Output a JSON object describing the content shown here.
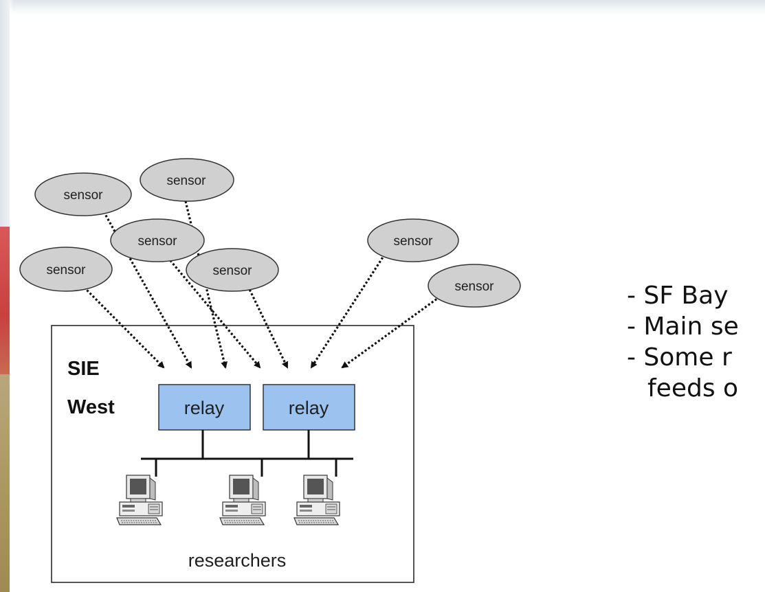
{
  "diagram": {
    "sensor_label": "sensor",
    "relay_label": "relay",
    "site_label_line1": "SIE",
    "site_label_line2": "West",
    "researchers_label": "researchers"
  },
  "bullets": [
    "- SF Bay",
    "- Main se",
    "- Some r"
  ],
  "bullet_continuation": "feeds o",
  "colors": {
    "sensor_fill": "#d0d0d0",
    "relay_fill": "#9cc3f0",
    "red_stripe": "#c9403f",
    "tan_stripe": "#a8955f"
  }
}
